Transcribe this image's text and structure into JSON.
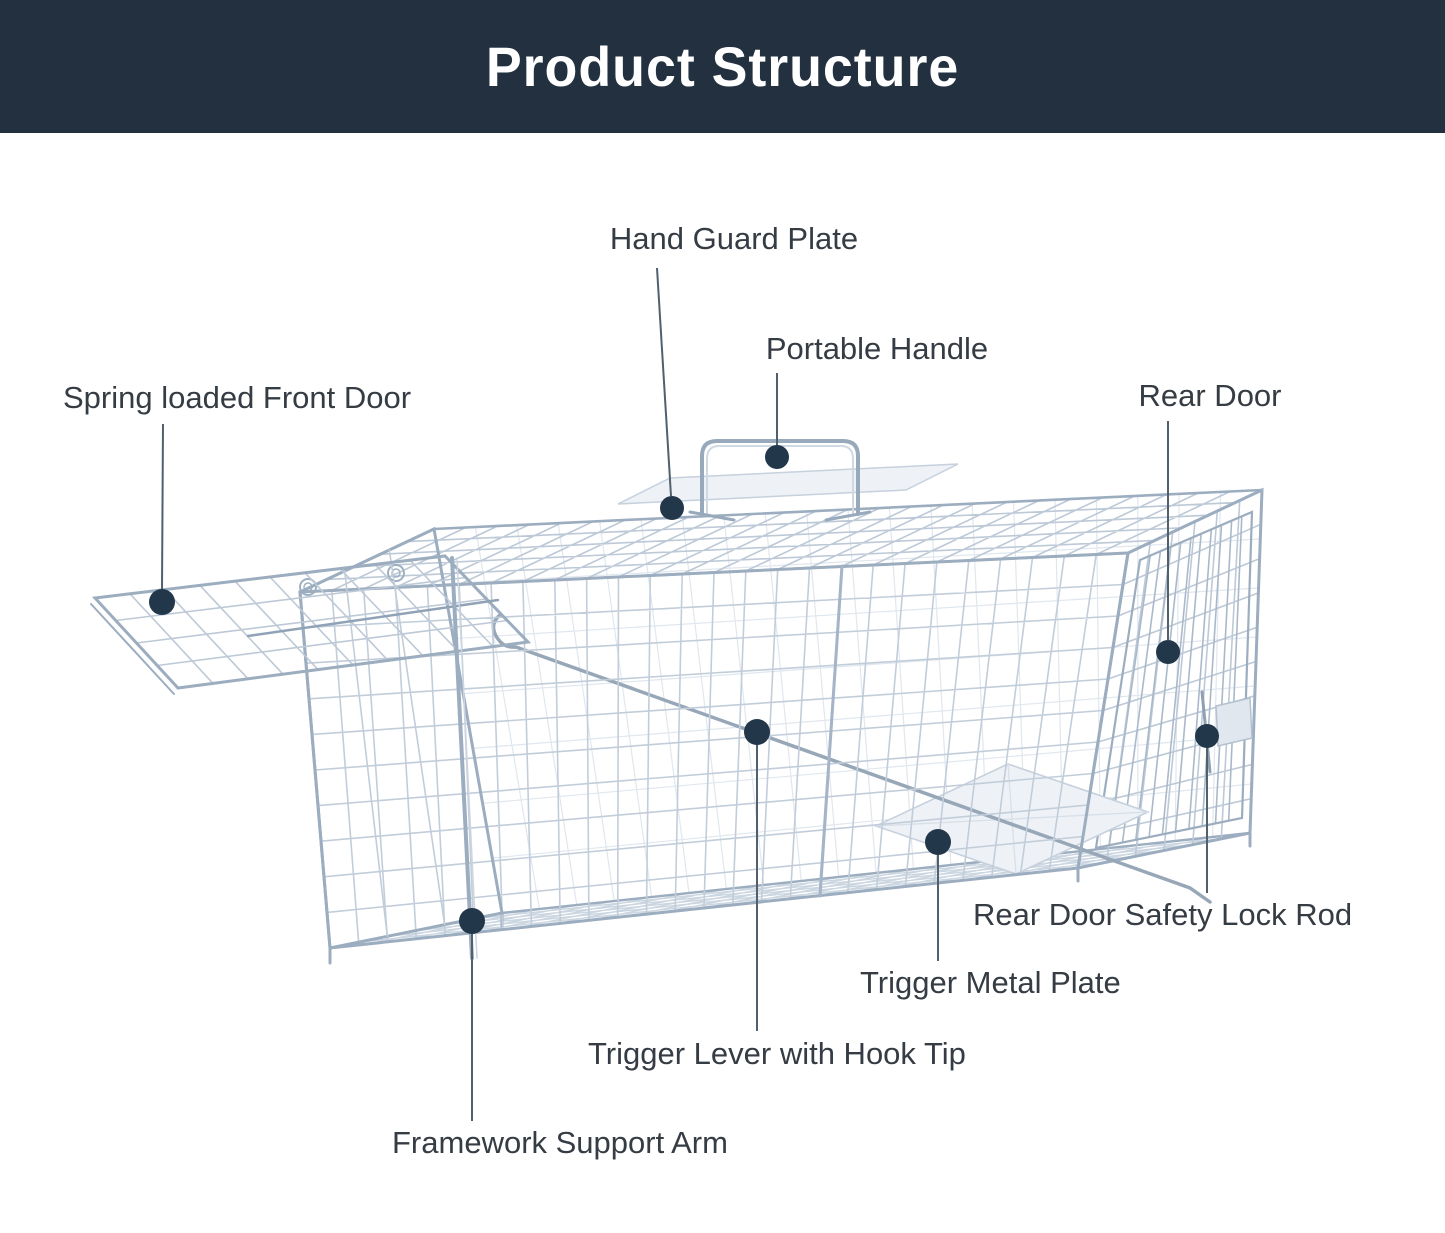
{
  "header": {
    "title": "Product Structure",
    "background_color": "#22303f",
    "text_color": "#ffffff"
  },
  "illustration": {
    "subject": "humane animal trap cage wire-frame drawing",
    "wire_color": "#c2cdda",
    "frame_color": "#9cadc0"
  },
  "annotation_style": {
    "dot_color": "#22374a",
    "line_color": "#51606d",
    "label_color": "#363c44"
  },
  "labels": [
    {
      "id": "hand-guard-plate",
      "text": "Hand Guard Plate"
    },
    {
      "id": "portable-handle",
      "text": "Portable Handle"
    },
    {
      "id": "spring-loaded-front-door",
      "text": "Spring loaded Front Door"
    },
    {
      "id": "rear-door",
      "text": "Rear Door"
    },
    {
      "id": "rear-door-safety-lock-rod",
      "text": "Rear Door Safety Lock Rod"
    },
    {
      "id": "trigger-metal-plate",
      "text": "Trigger Metal Plate"
    },
    {
      "id": "trigger-lever-with-hook-tip",
      "text": "Trigger Lever with Hook Tip"
    },
    {
      "id": "framework-support-arm",
      "text": "Framework Support Arm"
    }
  ]
}
